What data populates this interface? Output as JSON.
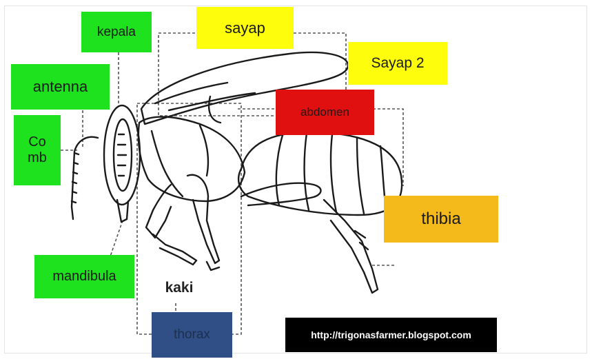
{
  "labels": {
    "kepala": "kepala",
    "sayap": "sayap",
    "sayap2": "Sayap 2",
    "antenna": "antenna",
    "comb": "Co\nmb",
    "abdomen": "abdomen",
    "thibia": "thibia",
    "mandibula": "mandibula",
    "thorax": "thorax",
    "kaki": "kaki"
  },
  "watermark": "http://trigonasfarmer.blogspot.com",
  "colors": {
    "green": "#1fe21f",
    "yellow": "#fefe0c",
    "red": "#e01010",
    "orange": "#f4b91b",
    "navy": "#2f4f86",
    "black": "#000000",
    "line": "#1a1a1a",
    "dash": "#555555"
  }
}
